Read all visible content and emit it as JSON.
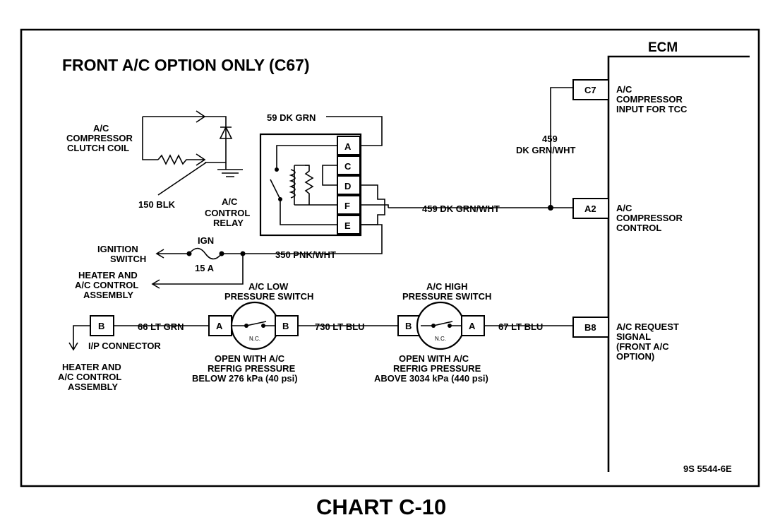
{
  "title": "FRONT A/C OPTION ONLY (C67)",
  "chart_title": "CHART C-10",
  "figure_code": "9S 5544-6E",
  "ecm": {
    "label": "ECM",
    "pins": [
      {
        "id": "C7",
        "desc": [
          "A/C",
          "COMPRESSOR",
          "INPUT FOR TCC"
        ]
      },
      {
        "id": "A2",
        "desc": [
          "A/C",
          "COMPRESSOR",
          "CONTROL"
        ]
      },
      {
        "id": "B8",
        "desc": [
          "A/C REQUEST",
          "SIGNAL",
          "(FRONT A/C",
          "OPTION)"
        ]
      }
    ]
  },
  "relay": {
    "label": [
      "A/C",
      "CONTROL",
      "RELAY"
    ],
    "terminals": [
      "A",
      "C",
      "D",
      "F",
      "E"
    ]
  },
  "coil": {
    "label": [
      "A/C",
      "COMPRESSOR",
      "CLUTCH COIL"
    ]
  },
  "wires": {
    "w59": "59 DK GRN",
    "w459_num": "459",
    "w459_color": "DK GRN/WHT",
    "w459_full": "459 DK GRN/WHT",
    "w350": "350 PNK/WHT",
    "w150": "150 BLK",
    "w66": "66 LT GRN",
    "w730": "730 LT BLU",
    "w67": "67 LT BLU"
  },
  "fuse": {
    "name": "IGN",
    "rating": "15 A"
  },
  "ignition": [
    "IGNITION",
    "SWITCH"
  ],
  "heater_assembly": [
    "HEATER AND",
    "A/C CONTROL",
    "ASSEMBLY"
  ],
  "ip_connector": {
    "pin": "B",
    "label": "I/P CONNECTOR"
  },
  "low_switch": {
    "title": [
      "A/C LOW",
      "PRESSURE SWITCH"
    ],
    "left_pin": "A",
    "right_pin": "B",
    "nc": "N.C.",
    "note": [
      "OPEN WITH A/C",
      "REFRIG PRESSURE",
      "BELOW 276 kPa (40 psi)"
    ]
  },
  "high_switch": {
    "title": [
      "A/C HIGH",
      "PRESSURE SWITCH"
    ],
    "left_pin": "B",
    "right_pin": "A",
    "nc": "N.C.",
    "note": [
      "OPEN WITH A/C",
      "REFRIG PRESSURE",
      "ABOVE 3034 kPa (440 psi)"
    ]
  }
}
